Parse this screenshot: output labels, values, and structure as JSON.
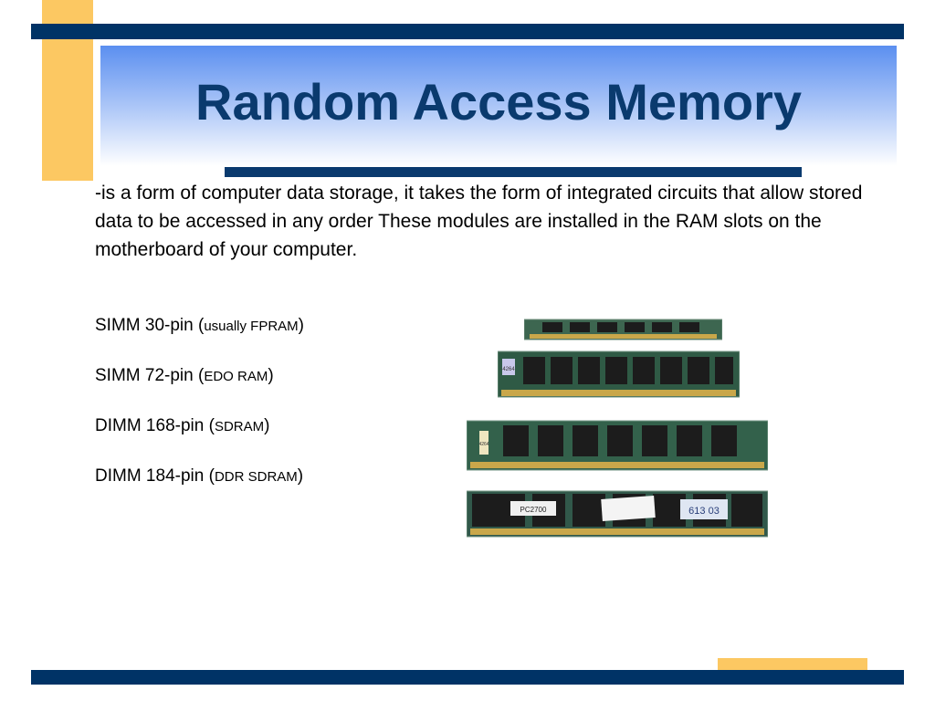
{
  "slide": {
    "title": "Random Access Memory",
    "intro": "-is a form of computer data storage, it takes the form of integrated circuits that allow stored data to be accessed in any order These modules are installed in the RAM slots on the motherboard of your computer.",
    "memory_types": [
      {
        "name": "SIMM 30-pin",
        "open": "(",
        "note": "usually FPRAM",
        "close": ")"
      },
      {
        "name": "SIMM 72-pin",
        "open": "(",
        "note": "EDO RAM",
        "close": ")"
      },
      {
        "name": "DIMM 168-pin",
        "open": "(",
        "note": "SDRAM",
        "close": ")"
      },
      {
        "name": "DIMM 184-pin",
        "open": "(",
        "note": "DDR SDRAM",
        "close": ")"
      }
    ],
    "module_labels": {
      "simm72_sticker": "4264",
      "dimm168_sticker": "4264",
      "ddr_label_left": "PC2700",
      "ddr_label_right": "613 03"
    }
  },
  "colors": {
    "navy": "#003366",
    "accent_gold": "#fcc862",
    "title_color": "#0a3a6e",
    "pcb_green": "#2f5a45",
    "chip_black": "#1c1c1c",
    "gold_contacts": "#c9a74a"
  }
}
